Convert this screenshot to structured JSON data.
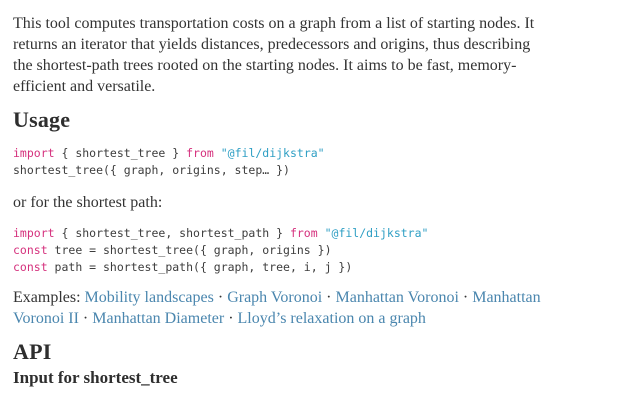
{
  "colors": {
    "background": "#ffffff",
    "text": "#333333",
    "keyword": "#d5317d",
    "string": "#2f9fc4",
    "link": "#4a86ae"
  },
  "intro": {
    "lines": [
      "This tool computes transportation costs on a graph from a list of starting nodes. It",
      "returns an iterator that yields distances, predecessors and origins, thus describing",
      "the shortest-path trees rooted on the starting nodes. It aims to be fast, memory-",
      "efficient and versatile."
    ]
  },
  "usage": {
    "heading": "Usage",
    "code1": [
      [
        {
          "t": "k",
          "x": "import"
        },
        {
          "t": "p",
          "x": " { shortest_tree } "
        },
        {
          "t": "k",
          "x": "from"
        },
        {
          "t": "p",
          "x": " "
        },
        {
          "t": "s",
          "x": "\"@fil/dijkstra\""
        }
      ],
      [
        {
          "t": "p",
          "x": "shortest_tree({ graph, origins, step… })"
        }
      ]
    ],
    "note": "or for the shortest path:",
    "code2": [
      [
        {
          "t": "k",
          "x": "import"
        },
        {
          "t": "p",
          "x": " { shortest_tree, shortest_path } "
        },
        {
          "t": "k",
          "x": "from"
        },
        {
          "t": "p",
          "x": " "
        },
        {
          "t": "s",
          "x": "\"@fil/dijkstra\""
        }
      ],
      [
        {
          "t": "k",
          "x": "const"
        },
        {
          "t": "p",
          "x": " tree = shortest_tree({ graph, origins })"
        }
      ],
      [
        {
          "t": "k",
          "x": "const"
        },
        {
          "t": "p",
          "x": " path = shortest_path({ graph, tree, i, j })"
        }
      ]
    ]
  },
  "examples": {
    "lines": [
      [
        {
          "t": "text",
          "x": "Examples: "
        },
        {
          "t": "link",
          "x": "Mobility landscapes"
        },
        {
          "t": "sep",
          "x": " · "
        },
        {
          "t": "link",
          "x": "Graph Voronoi"
        },
        {
          "t": "sep",
          "x": " · "
        },
        {
          "t": "link",
          "x": "Manhattan Voronoi"
        },
        {
          "t": "sep",
          "x": " · "
        },
        {
          "t": "link",
          "x": "Manhattan"
        }
      ],
      [
        {
          "t": "link",
          "x": "Voronoi II"
        },
        {
          "t": "sep",
          "x": " · "
        },
        {
          "t": "link",
          "x": "Manhattan Diameter"
        },
        {
          "t": "sep",
          "x": " · "
        },
        {
          "t": "link",
          "x": "Lloyd’s relaxation on a graph"
        }
      ]
    ]
  },
  "api": {
    "heading": "API",
    "subheading": "Input for shortest_tree"
  }
}
